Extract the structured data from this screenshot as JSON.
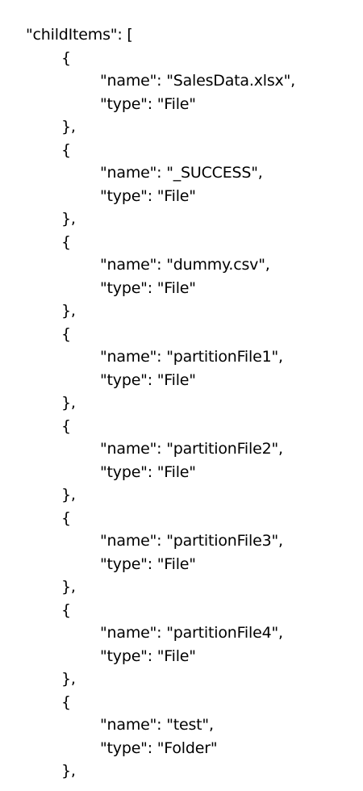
{
  "header": "\"childItems\": [",
  "brace_open": "{",
  "brace_close": "},",
  "items": [
    {
      "name_line": "\"name\": \"SalesData.xlsx\",",
      "type_line": "\"type\": \"File\""
    },
    {
      "name_line": "\"name\": \"_SUCCESS\",",
      "type_line": "\"type\": \"File\""
    },
    {
      "name_line": "\"name\": \"dummy.csv\",",
      "type_line": "\"type\": \"File\""
    },
    {
      "name_line": "\"name\": \"partitionFile1\",",
      "type_line": "\"type\": \"File\""
    },
    {
      "name_line": "\"name\": \"partitionFile2\",",
      "type_line": "\"type\": \"File\""
    },
    {
      "name_line": "\"name\": \"partitionFile3\",",
      "type_line": "\"type\": \"File\""
    },
    {
      "name_line": "\"name\": \"partitionFile4\",",
      "type_line": "\"type\": \"File\""
    },
    {
      "name_line": "\"name\": \"test\",",
      "type_line": "\"type\": \"Folder\""
    }
  ]
}
